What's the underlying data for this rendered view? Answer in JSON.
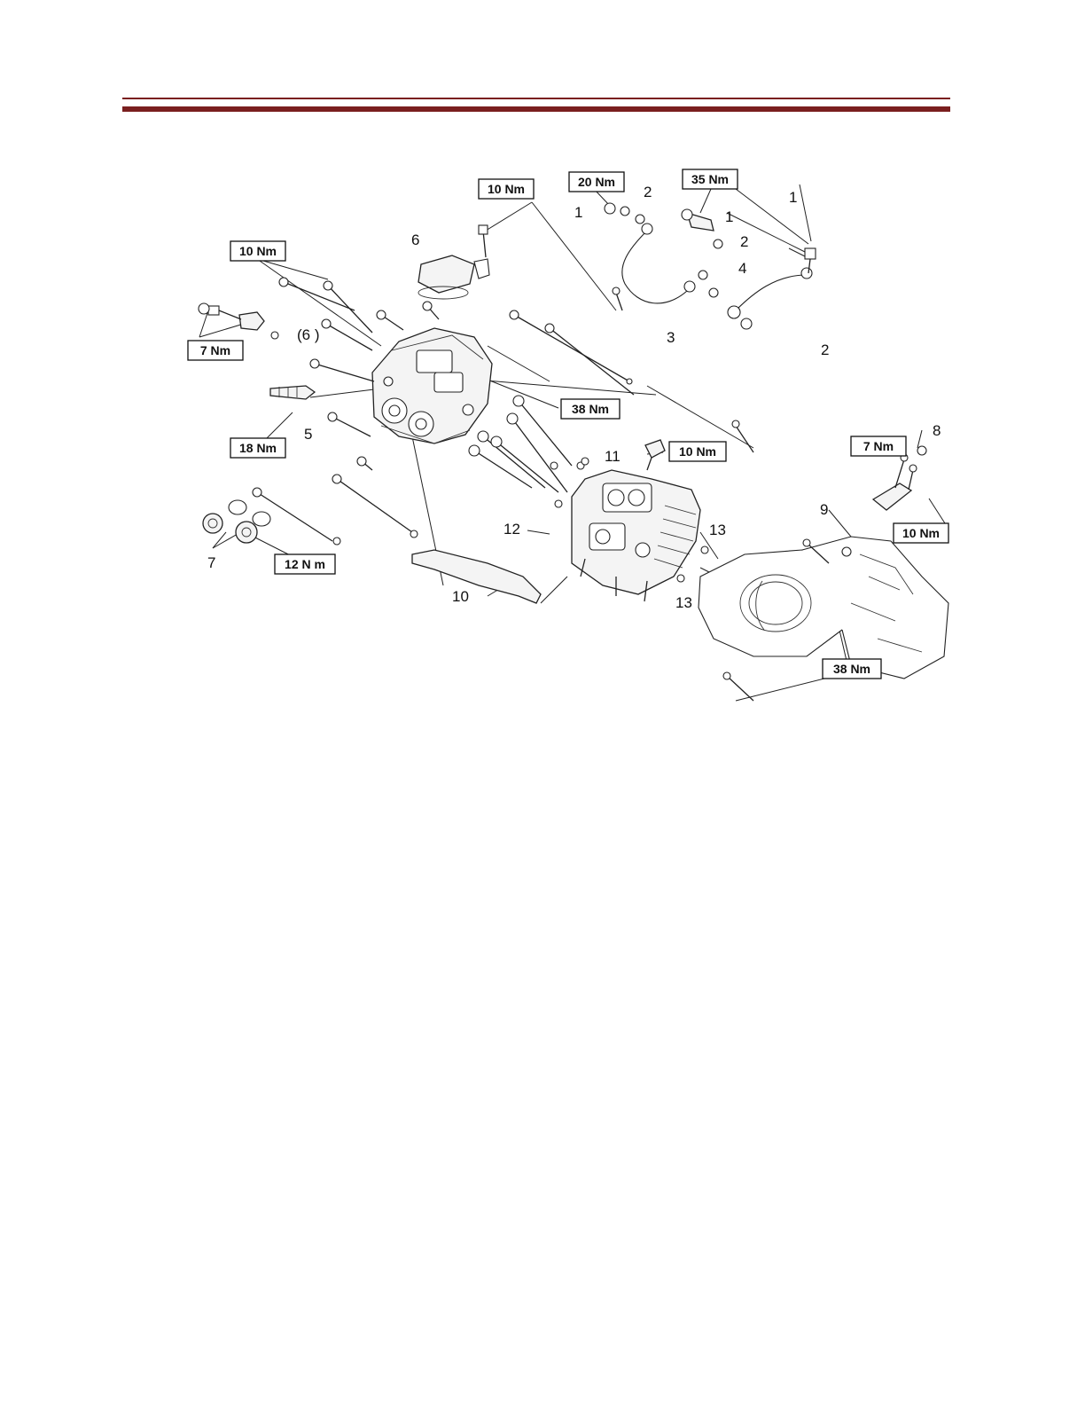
{
  "header": {
    "rule_color": "#7a1f1f"
  },
  "diagram": {
    "torque_labels": {
      "t_10nm_top": "10 Nm",
      "t_20nm": "20 Nm",
      "t_35nm": "35 Nm",
      "t_10nm_left": "10 Nm",
      "t_7nm_left": "7 Nm",
      "t_18nm": "18 Nm",
      "t_38nm_mid": "38 Nm",
      "t_12nm": "12 N m",
      "t_10nm_mid": "10 Nm",
      "t_7nm_right": "7 Nm",
      "t_10nm_right": "10 Nm",
      "t_38nm_bottom": "38 Nm"
    },
    "callouts": {
      "c1_a": "1",
      "c1_b": "1",
      "c1_c": "1",
      "c2_a": "2",
      "c2_b": "2",
      "c2_c": "2",
      "c3": "3",
      "c4": "4",
      "c5": "5",
      "c6": "6",
      "c6_paren": "(6 )",
      "c7": "7",
      "c8": "8",
      "c9": "9",
      "c10": "10",
      "c11": "11",
      "c12": "12",
      "c13_a": "13",
      "c13_b": "13"
    }
  }
}
